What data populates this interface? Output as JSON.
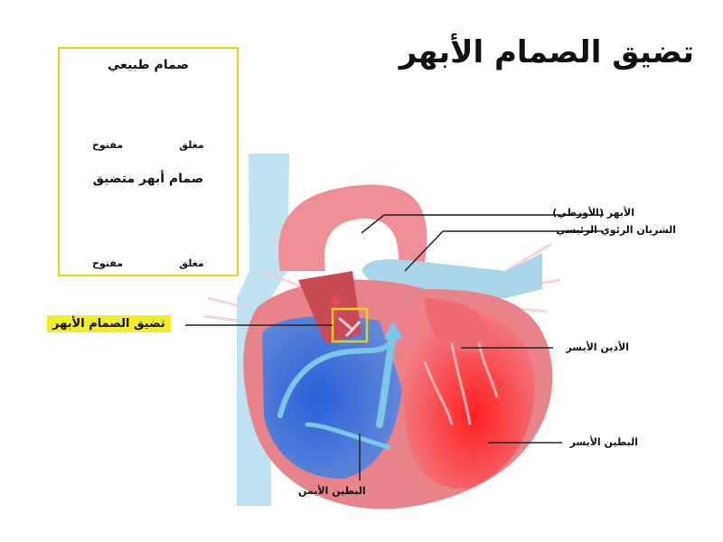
{
  "title": "تضيق الصمام الأبهر",
  "inset": {
    "normal_heading": "صمام طبيعي",
    "stenotic_heading": "صمام أبهر متضيق",
    "open_label": "مفتوح",
    "closed_label": "مغلق"
  },
  "labels": {
    "aorta": "الأبهر (الأورطي)",
    "pulmonary_artery": "الشريان الرئوي الرئيسي",
    "left_atrium": "الأذين الأيسر",
    "left_ventricle": "البطين الأيسر",
    "right_ventricle": "البطين الأيمن",
    "stenosis": "تضيق الصمام الأبهر"
  },
  "colors": {
    "highlight": "#f4ec2a",
    "inset_border": "#e2d21a",
    "vessel_blue": "#a9d6ea",
    "heart_pink": "#e8838a",
    "blood_red": "#e8323a",
    "blood_blue": "#2e6fd0"
  }
}
